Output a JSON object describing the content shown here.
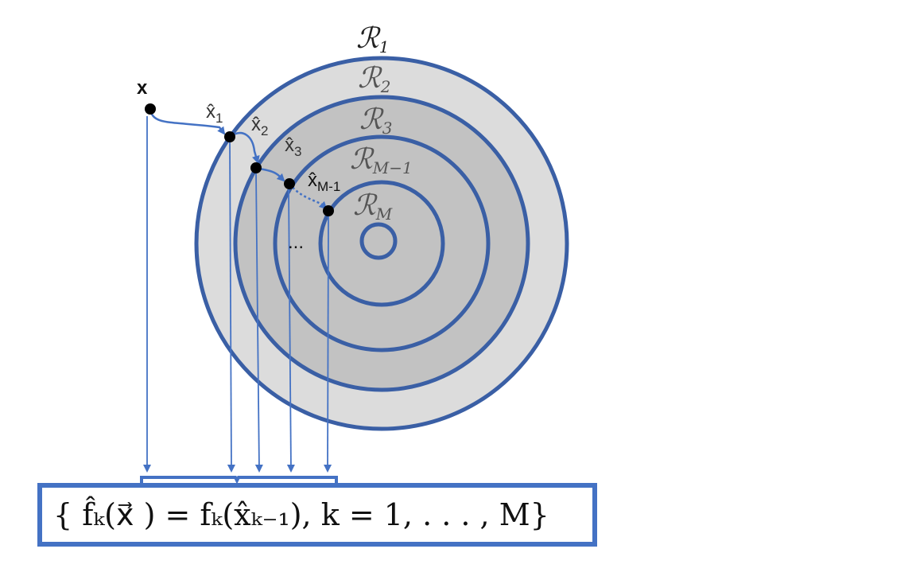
{
  "regions": [
    {
      "script": "ℛ",
      "sub": "1"
    },
    {
      "script": "ℛ",
      "sub": "2"
    },
    {
      "script": "ℛ",
      "sub": "3"
    },
    {
      "script": "ℛ",
      "sub": "M−1"
    },
    {
      "script": "ℛ",
      "sub": "M"
    }
  ],
  "points": [
    {
      "base": "x",
      "sub": ""
    },
    {
      "base": "x̂",
      "sub": "1"
    },
    {
      "base": "x̂",
      "sub": "2"
    },
    {
      "base": "x̂",
      "sub": "3"
    },
    {
      "base": "x̂",
      "sub": "M-1"
    }
  ],
  "ellipsis": "...",
  "formula": "{ f̂ₖ(x⃗ ) = fₖ(x̂ₖ₋₁), k = 1, . . . , M}",
  "colors": {
    "ring_stroke": "#3a5fa5",
    "outer_fill": "#dcdcdc",
    "inner_fill": "#c2c2c2",
    "arrow": "#4472c4",
    "box_border": "#4472c4",
    "point": "#000000"
  }
}
